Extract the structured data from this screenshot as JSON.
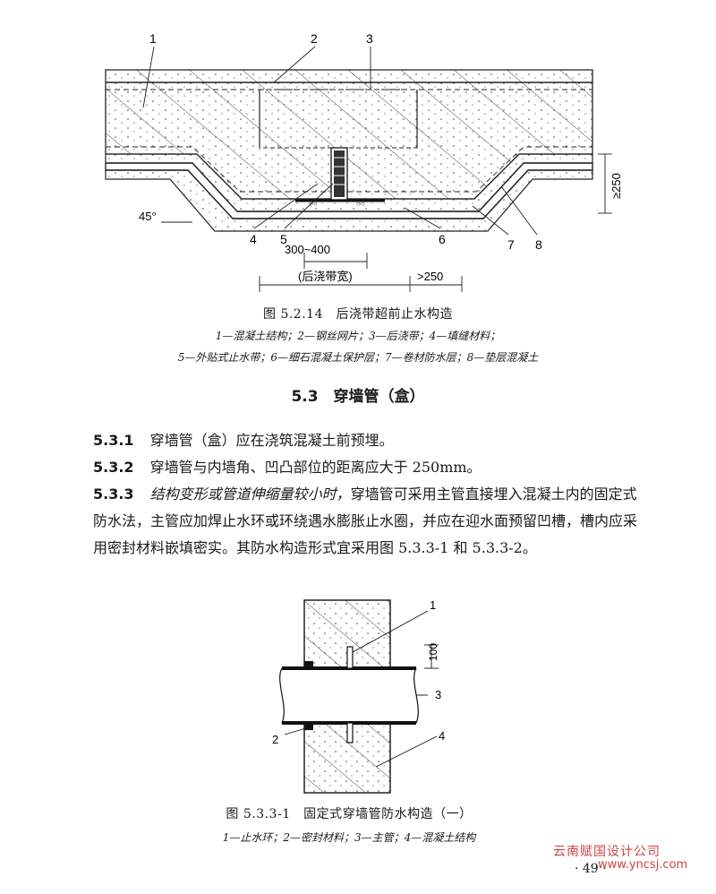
{
  "figure1": {
    "labels": [
      "1",
      "2",
      "3",
      "4",
      "5",
      "6",
      "7",
      "8"
    ],
    "dim_gap": "300~400",
    "dim_band": "(后浇带宽)",
    "dim_right": ">250",
    "dim_vertical": "≥250",
    "angle": "45°",
    "title": "图 5.2.14　后浇带超前止水构造",
    "legend_line1": "1—混凝土结构；2—钢丝网片；3—后浇带；4—填缝材料；",
    "legend_line2": "5—外贴式止水带；6—细石混凝土保护层；7—卷材防水层；8—垫层混凝土"
  },
  "section": {
    "title": "5.3　穿墙管（盒）"
  },
  "clauses": [
    {
      "num": "5.3.1",
      "text": "穿墙管（盒）应在浇筑混凝土前预埋。"
    },
    {
      "num": "5.3.2",
      "text": "穿墙管与内墙角、凹凸部位的距离应大于 250mm。"
    },
    {
      "num": "5.3.3",
      "em": "结构变形或管道伸缩量较小时，",
      "text": "穿墙管可采用主管直接埋入混凝土内的固定式防水法，主管应加焊止水环或环绕遇水膨胀止水圈，并应在迎水面预留凹槽，槽内应采用密封材料嵌填密实。其防水构造形式宜采用图 5.3.3-1 和 5.3.3-2。"
    }
  ],
  "figure2": {
    "labels": [
      "1",
      "2",
      "3",
      "4"
    ],
    "dim": "100",
    "title": "图 5.3.3-1　固定式穿墙管防水构造（一）",
    "legend": "1—止水环；2—密封材料；3—主管；4—混凝土结构"
  },
  "page_number": "· 49 ·",
  "watermark": {
    "line1": "云南赋国设计公司",
    "line2": "www.yncsj.com"
  }
}
